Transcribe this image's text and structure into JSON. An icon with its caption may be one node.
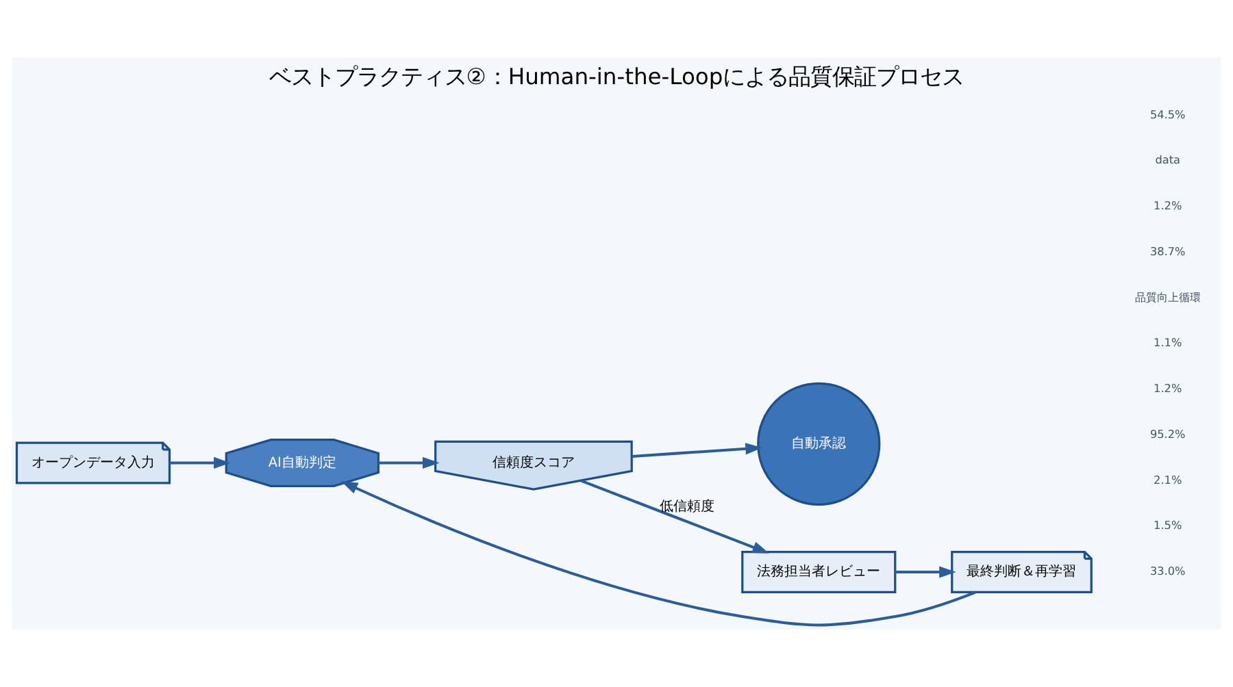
{
  "diagram": {
    "title": "ベストプラクティス②：Human-in-the-Loopによる品質保証プロセス",
    "nodes": [
      {
        "text": [
          "オープンデータ入力"
        ]
      },
      {
        "text": [
          "AI自動判定"
        ]
      },
      {
        "text": [
          "信頼度スコア"
        ]
      },
      {
        "text": [
          "自動承認"
        ]
      },
      {
        "text": [
          "法務担当者レビュー"
        ]
      },
      {
        "text": [
          "最終判断＆再学習"
        ]
      }
    ],
    "edges": [
      {
        "from": 0,
        "to": 1,
        "arrow": "to"
      },
      {
        "from": 1,
        "to": 2,
        "arrow": "to"
      },
      {
        "from": 2,
        "to": 3,
        "arrow": "to"
      },
      {
        "from": 2,
        "to": 4,
        "arrow": "to",
        "label": "低信頼度"
      },
      {
        "from": 4,
        "to": 5,
        "arrow": "to"
      },
      {
        "from": 5,
        "to": 1,
        "arrow": "to"
      }
    ],
    "labels": [
      "33.0%",
      "1.5%",
      "2.1%",
      "95.2%",
      "1.2%",
      "1.1%",
      "品質向上循環",
      "38.7%",
      "1.2%",
      "data",
      "54.5%"
    ]
  }
}
